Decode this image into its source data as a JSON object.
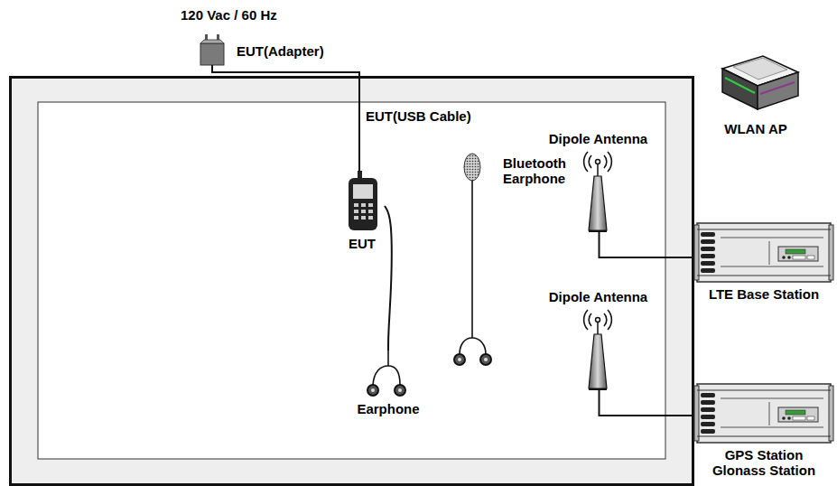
{
  "diagram": {
    "nodes": [
      {
        "text": [
          "EUT(Adapter)"
        ]
      },
      {
        "text": [
          "EUT"
        ]
      },
      {
        "text": [
          "Earphone"
        ]
      },
      {
        "text": [
          "Bluetooth Earphone"
        ]
      },
      {
        "text": [
          "Dipole Antenna"
        ]
      },
      {
        "text": [
          "Dipole Antenna"
        ]
      },
      {
        "text": [
          "WLAN AP"
        ]
      },
      {
        "text": [
          "LTE Base Station"
        ]
      },
      {
        "text": [
          "GPS Station Glonass Station"
        ]
      }
    ],
    "edges": [
      {
        "from": 0,
        "to": 1,
        "arrow": "none"
      },
      {
        "from": 1,
        "to": 2,
        "arrow": "none"
      },
      {
        "from": 4,
        "to": 7,
        "arrow": "none"
      },
      {
        "from": 5,
        "to": 8,
        "arrow": "none"
      }
    ],
    "labels": [
      "120 Vac / 60 Hz",
      "EUT(USB Cable)"
    ]
  }
}
